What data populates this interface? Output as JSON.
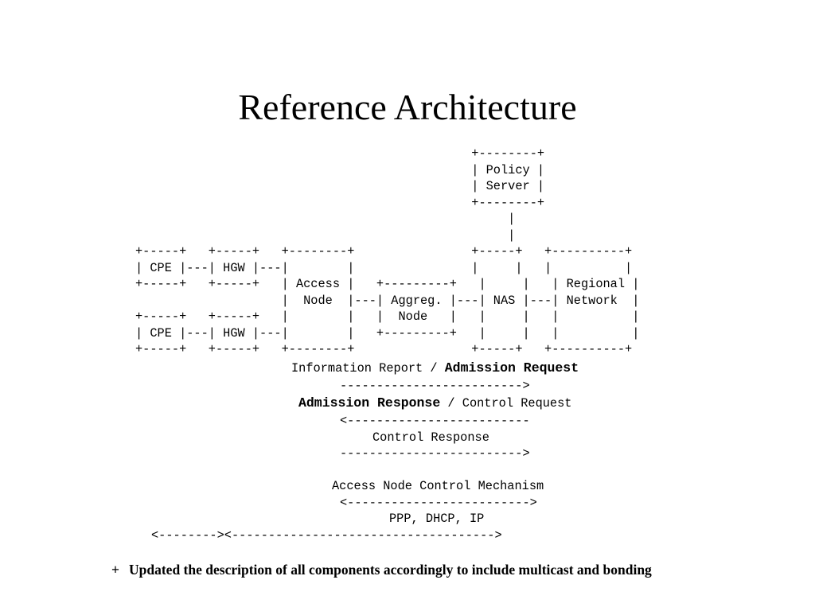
{
  "slide": {
    "title": "Reference Architecture"
  },
  "diagram": {
    "box_art": "                                              +--------+\n                                              | Policy |\n                                              | Server |\n                                              +--------+\n                                                   |\n                                                   |\n+-----+   +-----+   +--------+                +-----+   +----------+\n| CPE |---| HGW |---|        |                |     |   |          |\n+-----+   +-----+   | Access |   +---------+   |     |   | Regional |\n                    |  Node  |---| Aggreg. |---| NAS |---| Network  |\n+-----+   +-----+   |        |   |  Node   |   |     |   |          |\n| CPE |---| HGW |---|        |   +---------+   |     |   |          |\n+-----+   +-----+   +--------+                +-----+   +----------+",
    "flows": {
      "info_report": "Information Report / ",
      "admission_request": "Admission Request",
      "arrow_right_1": "------------------------->",
      "admission_response": "Admission Response",
      "control_request": " / Control Request",
      "arrow_left_1": "<-------------------------",
      "control_response": "Control Response",
      "arrow_right_2": "------------------------->",
      "ancp_label": "Access Node Control Mechanism",
      "arrow_both": "<------------------------->",
      "protocols_label": "PPP, DHCP, IP",
      "protocol_arrows": "<--------><------------------------------------>"
    }
  },
  "notes": {
    "bullet_mark": "+",
    "bullet_text": "Updated the description of all components accordingly to include multicast and bonding"
  }
}
